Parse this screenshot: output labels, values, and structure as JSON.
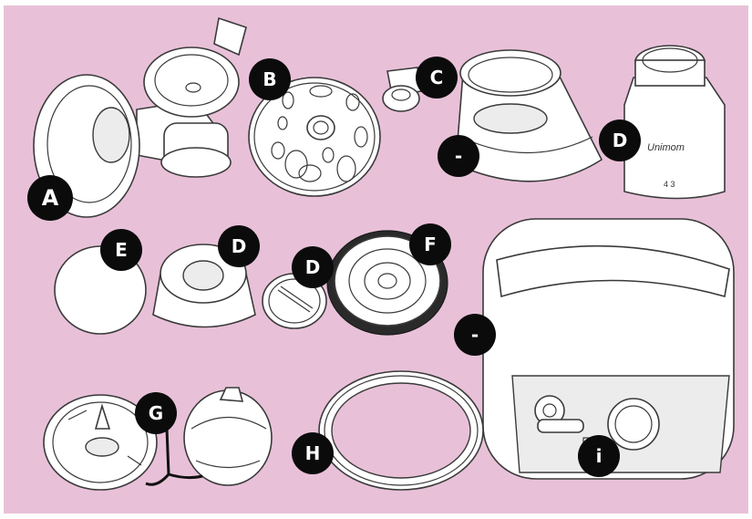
{
  "labels": {
    "a": "A",
    "b": "B",
    "c": "C",
    "dash_top": "-",
    "d_top": "D",
    "e": "E",
    "d_mid1": "D",
    "d_mid2": "D",
    "f": "F",
    "dash_right": "-",
    "g": "G",
    "h": "H",
    "i": "i"
  },
  "bottle_brand": "Unimom",
  "bottle_marks": "4 3",
  "colors": {
    "background": "#e8c1d8",
    "label_fill": "#0b0b0b",
    "label_text": "#ffffff",
    "line_art": "#3a3a3a"
  }
}
